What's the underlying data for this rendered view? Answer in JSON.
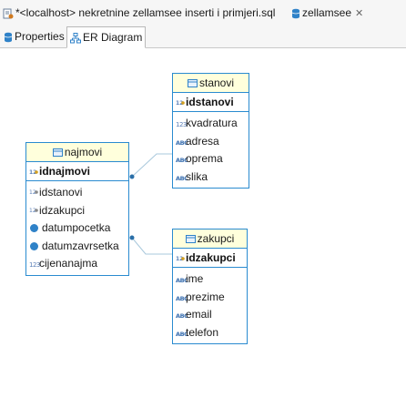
{
  "editor_tabs": [
    {
      "label": "*<localhost> nekretnine zellamsee inserti i primjeri.sql",
      "icon": "sql-script-icon"
    },
    {
      "label": "zellamsee",
      "icon": "database-icon",
      "close": "✕"
    }
  ],
  "sub_tabs": [
    {
      "label": "Properties",
      "icon": "database-icon"
    },
    {
      "label": "ER Diagram",
      "icon": "er-diagram-icon"
    }
  ],
  "entities": {
    "stanovi": {
      "name": "stanovi",
      "pk": "idstanovi",
      "attrs": [
        {
          "name": "kvadratura",
          "type": "123"
        },
        {
          "name": "adresa",
          "type": "ABC"
        },
        {
          "name": "oprema",
          "type": "ABC"
        },
        {
          "name": "slika",
          "type": "ABC"
        }
      ]
    },
    "najmovi": {
      "name": "najmovi",
      "pk": "idnajmovi",
      "attrs": [
        {
          "name": "idstanovi",
          "type": "123"
        },
        {
          "name": "idzakupci",
          "type": "123"
        },
        {
          "name": "datumpocetka",
          "type": "date"
        },
        {
          "name": "datumzavrsetka",
          "type": "date"
        },
        {
          "name": "cijenanajma",
          "type": "123"
        }
      ]
    },
    "zakupci": {
      "name": "zakupci",
      "pk": "idzakupci",
      "attrs": [
        {
          "name": "ime",
          "type": "ABC"
        },
        {
          "name": "prezime",
          "type": "ABC"
        },
        {
          "name": "email",
          "type": "ABC"
        },
        {
          "name": "telefon",
          "type": "ABC"
        }
      ]
    }
  },
  "type_glyphs": {
    "num": "123",
    "text": "ABC"
  },
  "colors": {
    "entity_border": "#2a8bd0",
    "header_bg": "#ffffdc",
    "link": "#a8c8dc"
  }
}
